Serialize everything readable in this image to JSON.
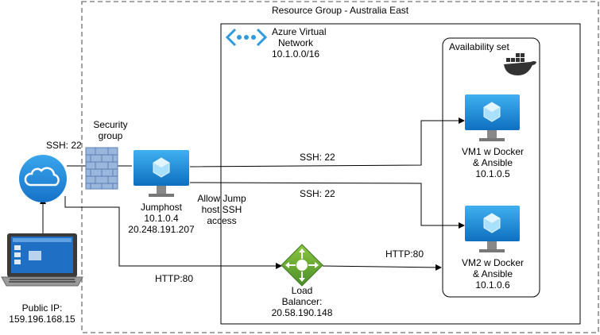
{
  "resource_group": {
    "label": "Resource Group - Australia East"
  },
  "vnet": {
    "name_line1": "Azure Virtual",
    "name_line2": "Network",
    "cidr": "10.1.0.0/16"
  },
  "availability_set": {
    "label": "Availability set"
  },
  "security_group": {
    "line1": "Security",
    "line2": "group"
  },
  "internet": {
    "ssh_label": "SSH: 22"
  },
  "laptop": {
    "line1": "Public IP:",
    "line2": "159.196.168.15"
  },
  "jumphost": {
    "name": "Jumphost",
    "private_ip": "10.1.0.4",
    "public_ip": "20.248.191.207"
  },
  "allow_note": {
    "line1": "Allow Jump",
    "line2": "host SSH",
    "line3": "access"
  },
  "vm1": {
    "line1": "VM1 w Docker",
    "line2": "& Ansible",
    "ip": "10.1.0.5"
  },
  "vm2": {
    "line1": "VM2 w Docker",
    "line2": "& Ansible",
    "ip": "10.1.0.6"
  },
  "load_balancer": {
    "line1": "Load",
    "line2": "Balancer:",
    "ip": "20.58.190.148"
  },
  "edges": {
    "ssh_to_vm1": "SSH: 22",
    "ssh_to_vm2": "SSH: 22",
    "http_from_internet": "HTTP:80",
    "http_to_vm2": "HTTP:80"
  },
  "colors": {
    "azure_blue": "#1e8fd6",
    "lb_green": "#5ea53b",
    "docker_blue": "#1d63ed"
  }
}
